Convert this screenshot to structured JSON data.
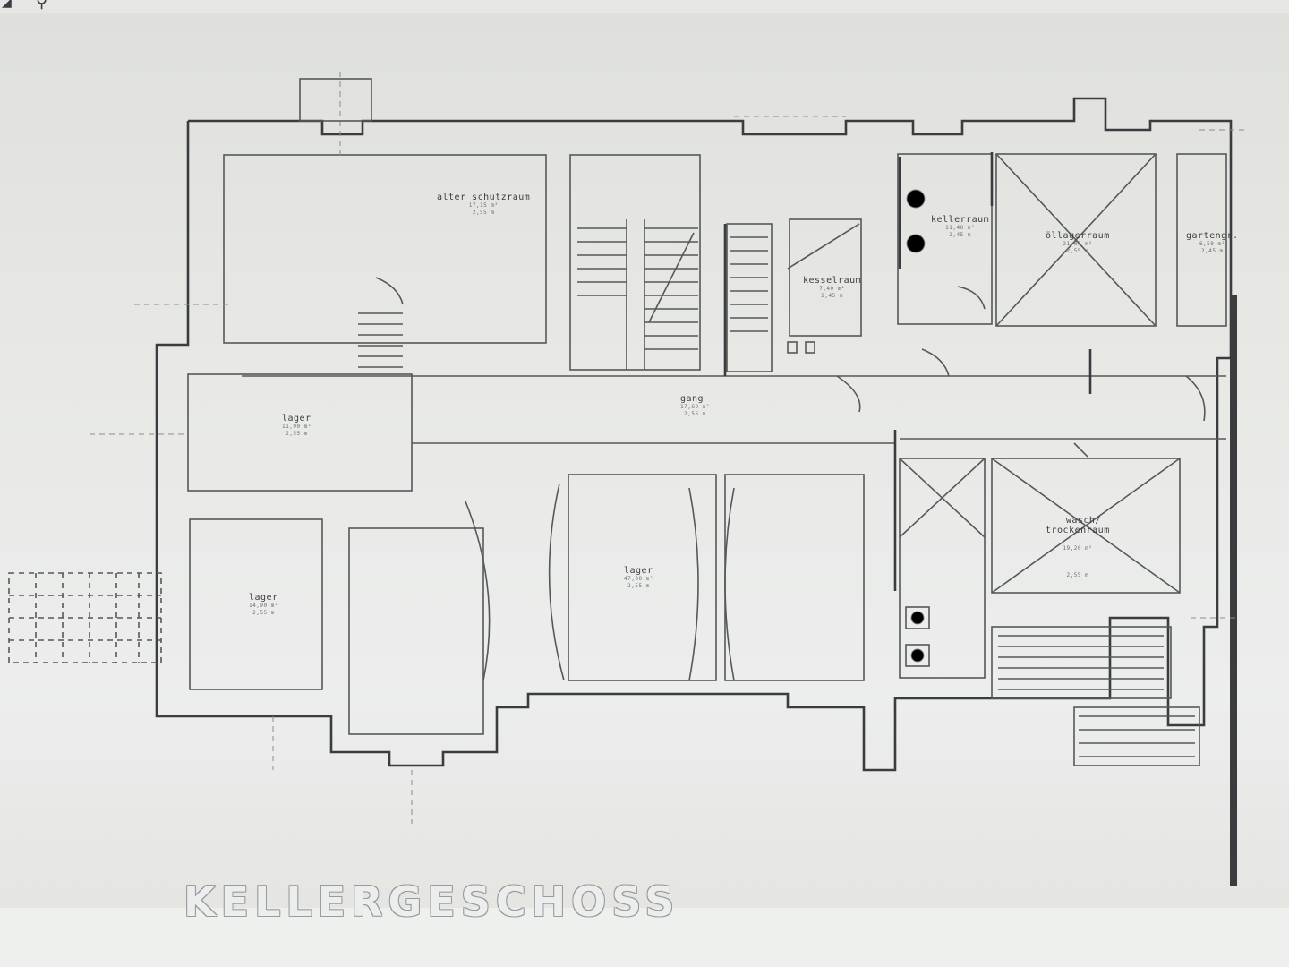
{
  "drawing": {
    "title": "KELLERGESCHOSS",
    "rooms": [
      {
        "key": "alter_schutzraum",
        "name": "alter schutzraum",
        "values": [
          "17,15 m²",
          "2,55 m"
        ]
      },
      {
        "key": "kesselraum",
        "name": "kesselraum",
        "values": [
          "7,40 m²",
          "2,45 m"
        ]
      },
      {
        "key": "kellerraum",
        "name": "kellerraum",
        "values": [
          "11,40 m²",
          "2,45 m"
        ]
      },
      {
        "key": "ollagerraum",
        "name": "öllagerraum",
        "values": [
          "21,00 m²",
          "2,55 m"
        ]
      },
      {
        "key": "garteng",
        "name": "gartengr.",
        "values": [
          "6,50 m²",
          "2,45 m"
        ]
      },
      {
        "key": "lager_1",
        "name": "lager",
        "values": [
          "11,90 m²",
          "2,55 m"
        ]
      },
      {
        "key": "gang",
        "name": "gang",
        "values": [
          "17,60 m²",
          "2,55 m"
        ]
      },
      {
        "key": "lager_2",
        "name": "lager",
        "values": [
          "14,90 m²",
          "2,55 m"
        ]
      },
      {
        "key": "lager_3",
        "name": "lager",
        "values": [
          "47,00 m²",
          "2,55 m"
        ]
      },
      {
        "key": "wasch",
        "name": "wasch/\ntrockenraum",
        "values": [
          "19,20 m²",
          "2,55 m"
        ]
      }
    ]
  },
  "colors": {
    "line": "#55585a",
    "paper": "#e8e9e5",
    "frame": "#3b3c3e"
  },
  "icons": [
    "search-icon"
  ]
}
